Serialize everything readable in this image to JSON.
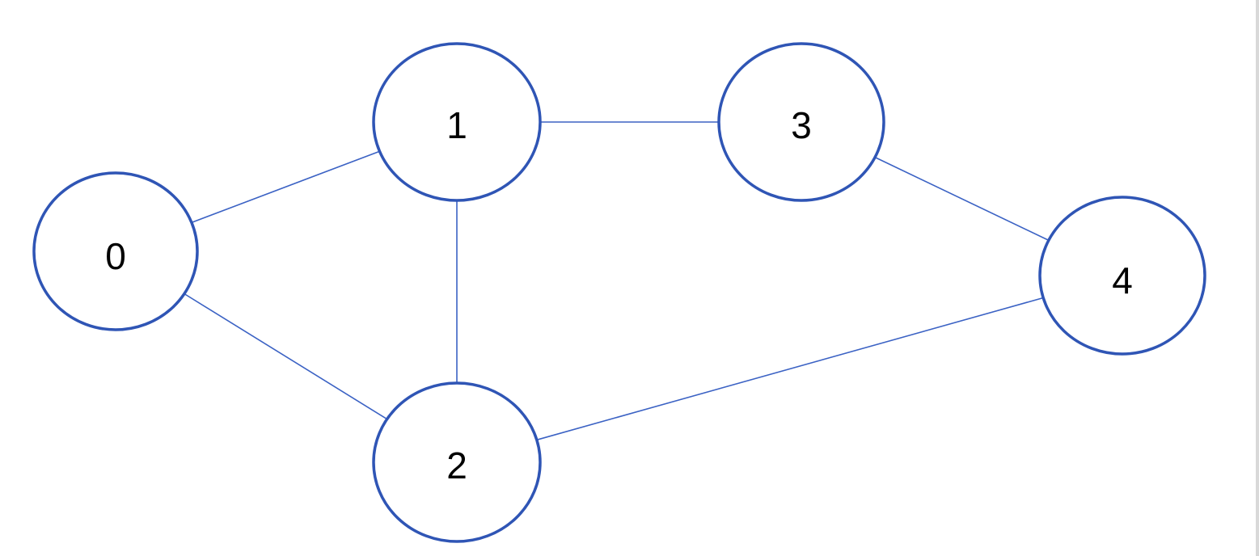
{
  "diagram": {
    "type": "undirected-graph",
    "colors": {
      "node_stroke": "#2f55b5",
      "edge": "#3b62c4",
      "label": "#000000",
      "background": "#ffffff"
    },
    "nodes": [
      {
        "id": "n0",
        "label": "0"
      },
      {
        "id": "n1",
        "label": "1"
      },
      {
        "id": "n2",
        "label": "2"
      },
      {
        "id": "n3",
        "label": "3"
      },
      {
        "id": "n4",
        "label": "4"
      }
    ],
    "edges": [
      {
        "from": "n0",
        "to": "n1"
      },
      {
        "from": "n0",
        "to": "n2"
      },
      {
        "from": "n1",
        "to": "n3"
      },
      {
        "from": "n1",
        "to": "n2"
      },
      {
        "from": "n3",
        "to": "n4"
      },
      {
        "from": "n2",
        "to": "n4"
      }
    ]
  }
}
